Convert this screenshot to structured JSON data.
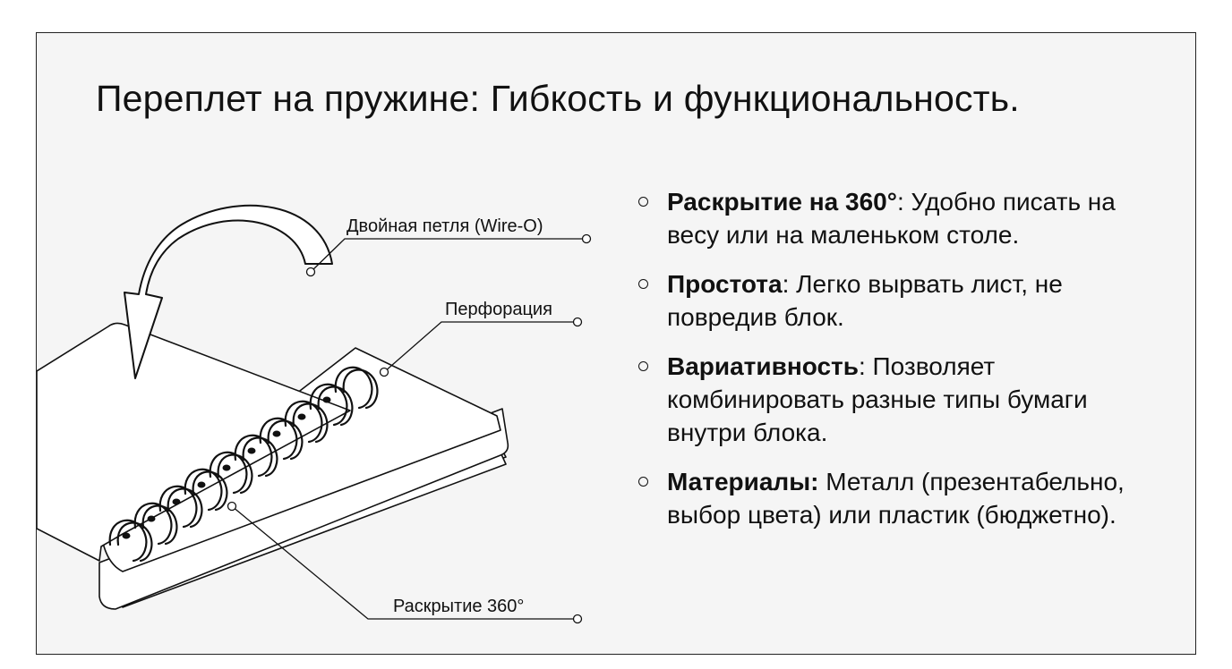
{
  "slide": {
    "title": "Переплет на пружине: Гибкость и функциональность."
  },
  "diagram": {
    "callouts": {
      "wire_o": "Двойная петля (Wire-O)",
      "perforation": "Перфорация",
      "opening": "Раскрытие 360°"
    }
  },
  "bullets": [
    {
      "key": "Раскрытие на 360°",
      "sep": ":",
      "text": " Удобно писать на весу или на маленьком столе."
    },
    {
      "key": "Простота",
      "sep": ":",
      "text": " Легко вырвать лист, не повредив блок."
    },
    {
      "key": "Вариативность",
      "sep": ":",
      "text": " Позволяет комбинировать разные типы бумаги внутри блока."
    },
    {
      "key": "Материалы:",
      "sep": "",
      "text": " Металл (презентабельно, выбор цвета) или пластик (бюджетно)."
    }
  ]
}
